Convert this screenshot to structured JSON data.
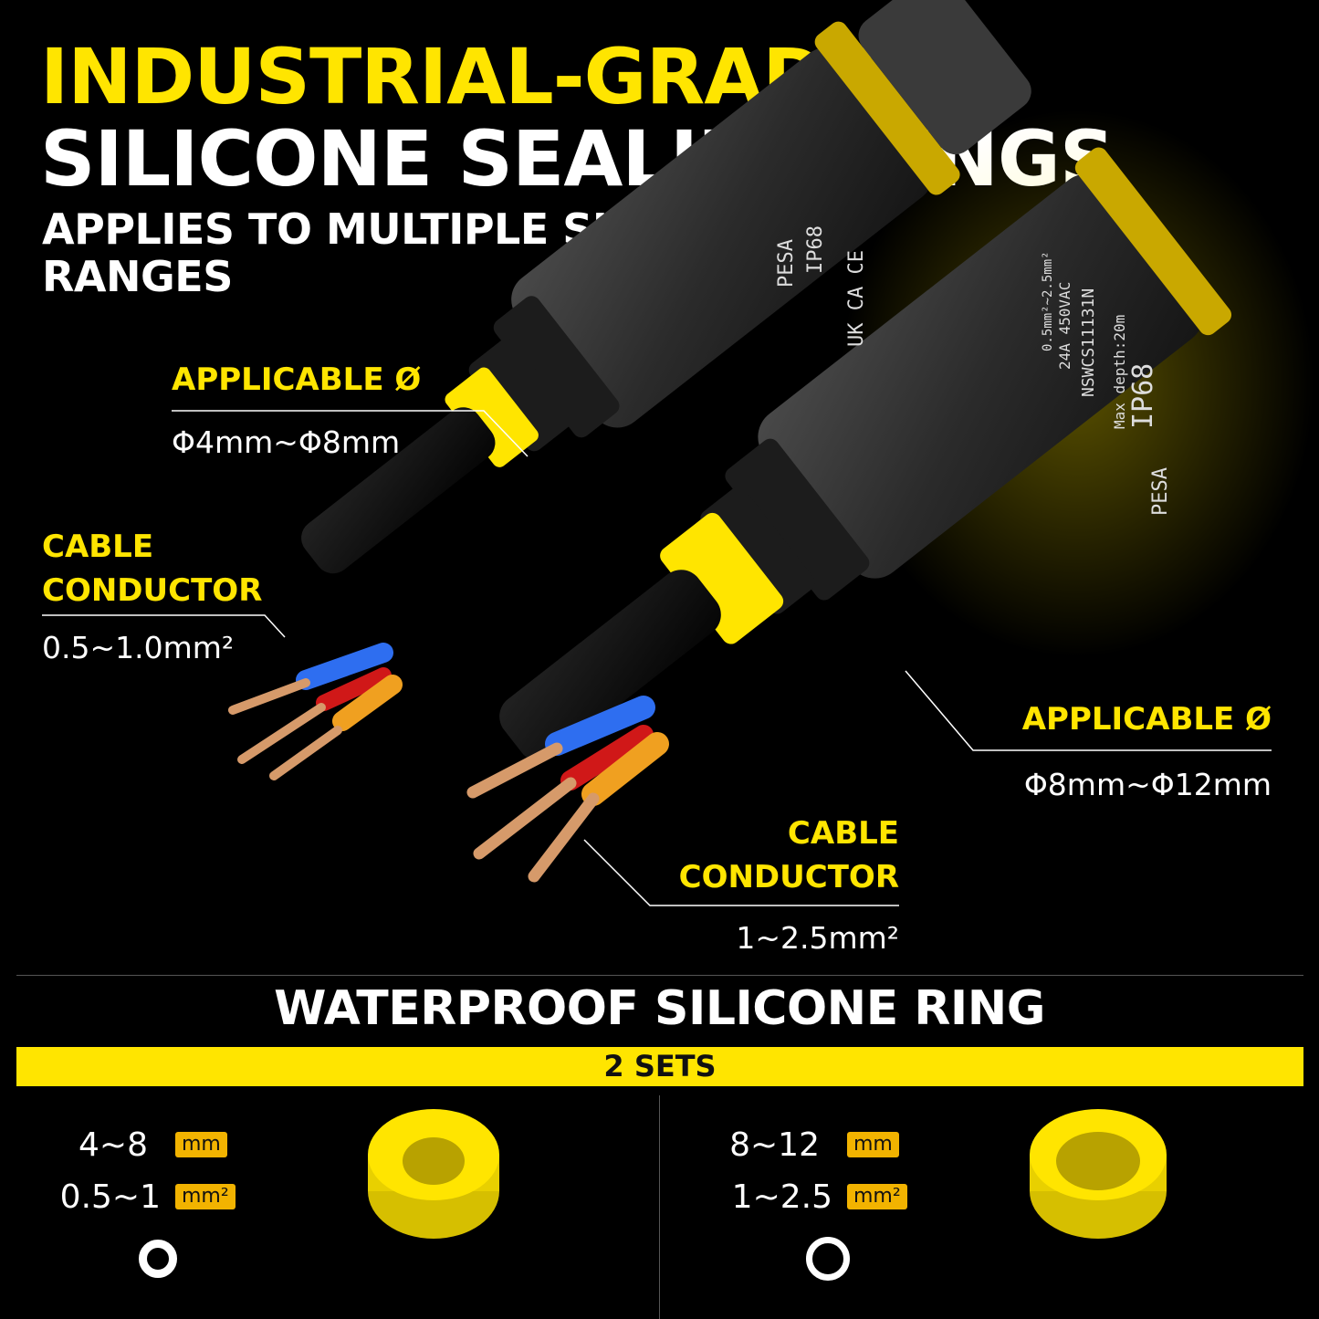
{
  "header": {
    "line1": "INDUSTRIAL-GRADE",
    "line2": "SILICONE SEALING RINGS",
    "subtitle": "APPLIES TO MULTIPLE SIZE RANGES"
  },
  "callouts": {
    "small_diameter": {
      "title": "APPLICABLE Ø",
      "value": "Φ4mm~Φ8mm"
    },
    "small_conductor": {
      "title_line1": "CABLE",
      "title_line2": "CONDUCTOR",
      "value": "0.5~1.0mm²"
    },
    "large_diameter": {
      "title": "APPLICABLE Ø",
      "value": "Φ8mm~Φ12mm"
    },
    "large_conductor": {
      "title_line1": "CABLE",
      "title_line2": "CONDUCTOR",
      "value": "1~2.5mm²"
    }
  },
  "connector_labels": {
    "left": {
      "brand": "PESA",
      "rating": "IP68",
      "marks": "UK CA  CE"
    },
    "right": {
      "brand": "PESA",
      "rating": "IP68",
      "depth": "Max depth:20m",
      "model": "NSWCS11131N",
      "spec1": "24A  450VAC",
      "spec2": "0.5mm²~2.5mm²"
    }
  },
  "bottom": {
    "title": "WATERPROOF SILICONE RING",
    "sets_label": "2 SETS",
    "left": {
      "diameter": "4~8",
      "diameter_unit": "mm",
      "area": "0.5~1",
      "area_unit": "mm²"
    },
    "right": {
      "diameter": "8~12",
      "diameter_unit": "mm",
      "area": "1~2.5",
      "area_unit": "mm²"
    }
  },
  "colors": {
    "accent": "#ffe500",
    "background": "#000000",
    "tag": "#f2b300"
  }
}
